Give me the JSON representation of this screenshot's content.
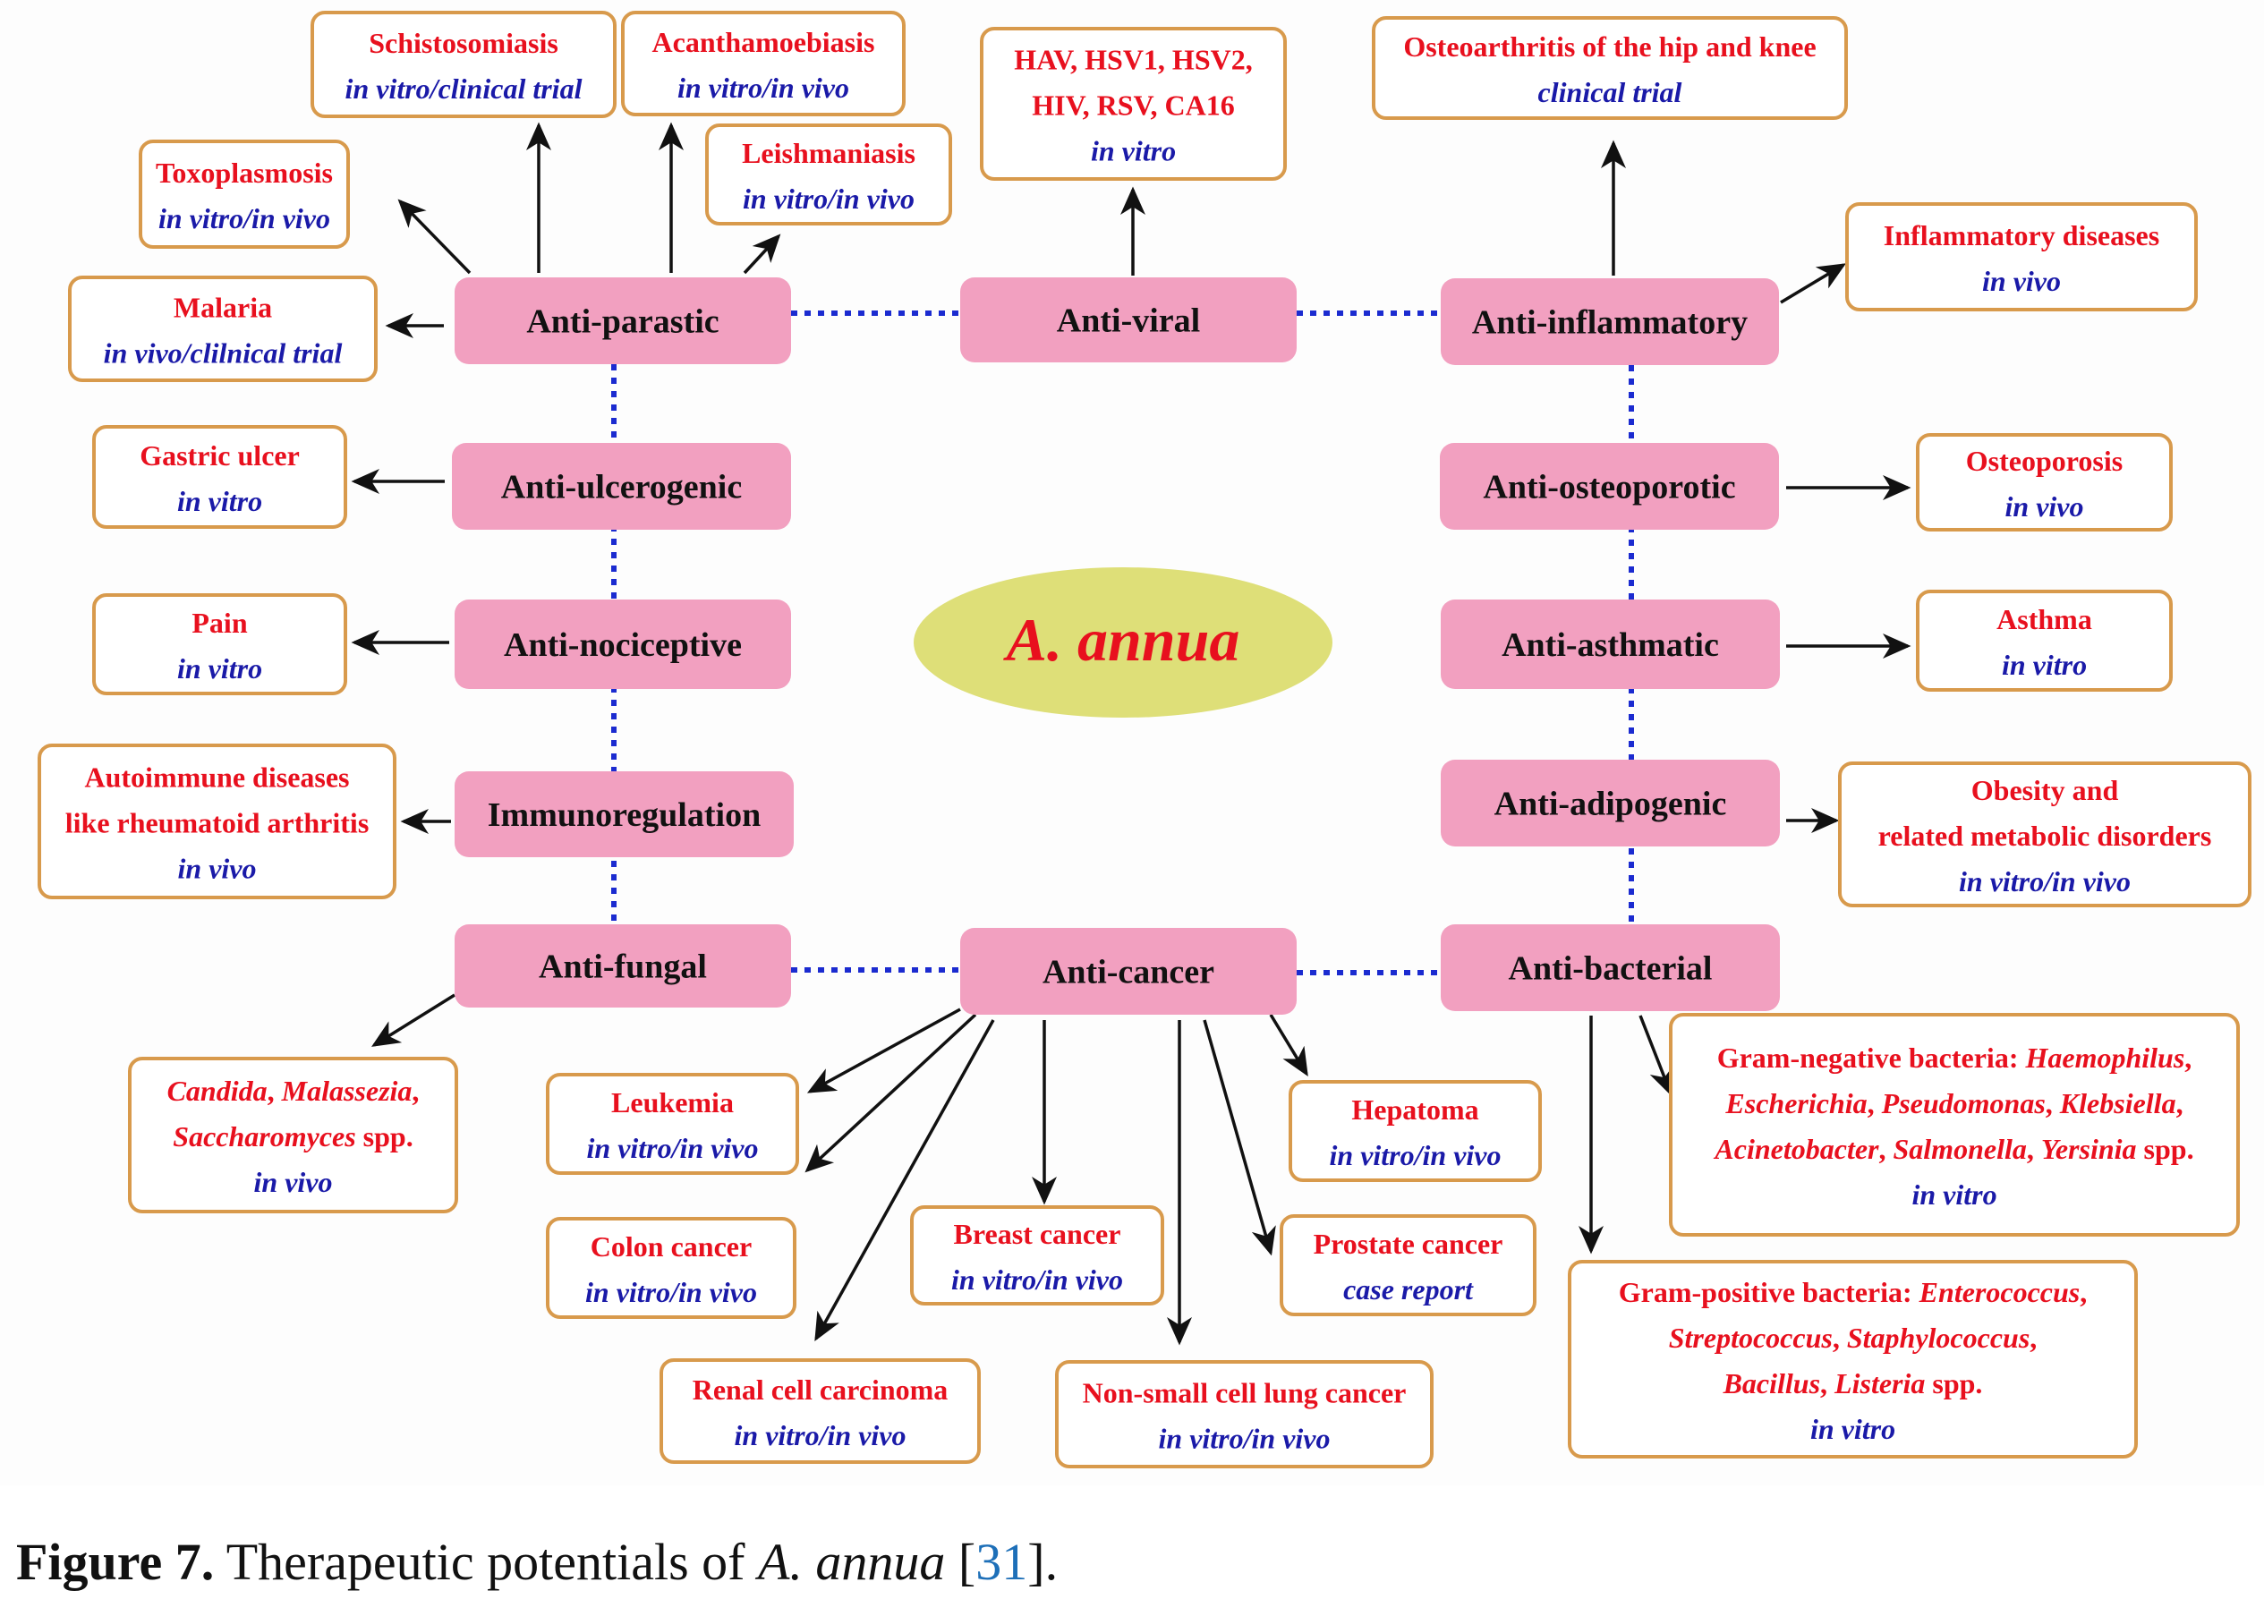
{
  "center": {
    "label": "A. annua",
    "fill": "#dedf78",
    "text_color": "#e8101e"
  },
  "categories": [
    {
      "id": "anti-parastic",
      "label": "Anti-parastic"
    },
    {
      "id": "anti-viral",
      "label": "Anti-viral"
    },
    {
      "id": "anti-inflammatory",
      "label": "Anti-inflammatory"
    },
    {
      "id": "anti-ulcerogenic",
      "label": "Anti-ulcerogenic"
    },
    {
      "id": "anti-osteoporotic",
      "label": "Anti-osteoporotic"
    },
    {
      "id": "anti-nociceptive",
      "label": "Anti-nociceptive"
    },
    {
      "id": "anti-asthmatic",
      "label": "Anti-asthmatic"
    },
    {
      "id": "immunoregulation",
      "label": "Immunoregulation"
    },
    {
      "id": "anti-adipogenic",
      "label": "Anti-adipogenic"
    },
    {
      "id": "anti-fungal",
      "label": "Anti-fungal"
    },
    {
      "id": "anti-cancer",
      "label": "Anti-cancer"
    },
    {
      "id": "anti-bacterial",
      "label": "Anti-bacterial"
    }
  ],
  "diseases": [
    {
      "id": "schistosomiasis",
      "from": "anti-parastic",
      "lines": [
        [
          {
            "t": "Schistosomiasis"
          }
        ]
      ],
      "evidence": "in vitro/clinical trial"
    },
    {
      "id": "acanthamoebiasis",
      "from": "anti-parastic",
      "lines": [
        [
          {
            "t": "Acanthamoebiasis"
          }
        ]
      ],
      "evidence": "in vitro/in vivo"
    },
    {
      "id": "toxoplasmosis",
      "from": "anti-parastic",
      "lines": [
        [
          {
            "t": "Toxoplasmosis"
          }
        ]
      ],
      "evidence": "in vitro/in vivo"
    },
    {
      "id": "leishmaniasis",
      "from": "anti-parastic",
      "lines": [
        [
          {
            "t": "Leishmaniasis"
          }
        ]
      ],
      "evidence": "in vitro/in vivo"
    },
    {
      "id": "malaria",
      "from": "anti-parastic",
      "lines": [
        [
          {
            "t": "Malaria"
          }
        ]
      ],
      "evidence": "in vivo/clilnical trial"
    },
    {
      "id": "viruses",
      "from": "anti-viral",
      "lines": [
        [
          {
            "t": "HAV, HSV1, HSV2,"
          }
        ],
        [
          {
            "t": "HIV, RSV, CA16"
          }
        ]
      ],
      "evidence": "in vitro"
    },
    {
      "id": "osteoarthritis",
      "from": "anti-inflammatory",
      "lines": [
        [
          {
            "t": "Osteoarthritis of the hip and knee"
          }
        ]
      ],
      "evidence": "clinical trial"
    },
    {
      "id": "inflammatory-diseases",
      "from": "anti-inflammatory",
      "lines": [
        [
          {
            "t": "Inflammatory diseases"
          }
        ]
      ],
      "evidence": "in vivo"
    },
    {
      "id": "gastric-ulcer",
      "from": "anti-ulcerogenic",
      "lines": [
        [
          {
            "t": "Gastric ulcer"
          }
        ]
      ],
      "evidence": "in vitro"
    },
    {
      "id": "osteoporosis",
      "from": "anti-osteoporotic",
      "lines": [
        [
          {
            "t": "Osteoporosis"
          }
        ]
      ],
      "evidence": "in vivo"
    },
    {
      "id": "pain",
      "from": "anti-nociceptive",
      "lines": [
        [
          {
            "t": "Pain"
          }
        ]
      ],
      "evidence": "in vitro"
    },
    {
      "id": "asthma",
      "from": "anti-asthmatic",
      "lines": [
        [
          {
            "t": "Asthma"
          }
        ]
      ],
      "evidence": "in vitro"
    },
    {
      "id": "autoimmune",
      "from": "immunoregulation",
      "lines": [
        [
          {
            "t": "Autoimmune diseases"
          }
        ],
        [
          {
            "t": "like rheumatoid arthritis"
          }
        ]
      ],
      "evidence": "in vivo"
    },
    {
      "id": "obesity",
      "from": "anti-adipogenic",
      "lines": [
        [
          {
            "t": "Obesity and"
          }
        ],
        [
          {
            "t": "related metabolic disorders"
          }
        ]
      ],
      "evidence": "in vitro/in vivo"
    },
    {
      "id": "fungi",
      "from": "anti-fungal",
      "lines": [
        [
          {
            "t": "Candida",
            "i": true
          },
          {
            "t": ", "
          },
          {
            "t": "Malassezia",
            "i": true
          },
          {
            "t": ","
          }
        ],
        [
          {
            "t": "Saccharomyces",
            "i": true
          },
          {
            "t": " spp."
          }
        ]
      ],
      "evidence": "in vivo"
    },
    {
      "id": "leukemia",
      "from": "anti-cancer",
      "lines": [
        [
          {
            "t": "Leukemia"
          }
        ]
      ],
      "evidence": "in vitro/in vivo"
    },
    {
      "id": "colon-cancer",
      "from": "anti-cancer",
      "lines": [
        [
          {
            "t": "Colon cancer"
          }
        ]
      ],
      "evidence": "in vitro/in vivo"
    },
    {
      "id": "breast-cancer",
      "from": "anti-cancer",
      "lines": [
        [
          {
            "t": "Breast cancer"
          }
        ]
      ],
      "evidence": "in vitro/in vivo"
    },
    {
      "id": "renal-cell-carcinoma",
      "from": "anti-cancer",
      "lines": [
        [
          {
            "t": "Renal cell carcinoma"
          }
        ]
      ],
      "evidence": "in vitro/in vivo"
    },
    {
      "id": "nsclc",
      "from": "anti-cancer",
      "lines": [
        [
          {
            "t": "Non-small cell lung cancer"
          }
        ]
      ],
      "evidence": "in vitro/in vivo"
    },
    {
      "id": "hepatoma",
      "from": "anti-cancer",
      "lines": [
        [
          {
            "t": "Hepatoma"
          }
        ]
      ],
      "evidence": "in vitro/in vivo"
    },
    {
      "id": "prostate-cancer",
      "from": "anti-cancer",
      "lines": [
        [
          {
            "t": "Prostate cancer"
          }
        ]
      ],
      "evidence": "case report"
    },
    {
      "id": "gram-negative",
      "from": "anti-bacterial",
      "lines": [
        [
          {
            "t": "Gram-negative bacteria: "
          },
          {
            "t": "Haemophilus",
            "i": true
          },
          {
            "t": ","
          }
        ],
        [
          {
            "t": "Escherichia",
            "i": true
          },
          {
            "t": ", "
          },
          {
            "t": "Pseudomonas",
            "i": true
          },
          {
            "t": ", "
          },
          {
            "t": "Klebsiella",
            "i": true
          },
          {
            "t": ","
          }
        ],
        [
          {
            "t": "Acinetobacter",
            "i": true
          },
          {
            "t": ", "
          },
          {
            "t": "Salmonella",
            "i": true
          },
          {
            "t": ", "
          },
          {
            "t": "Yersinia",
            "i": true
          },
          {
            "t": " spp."
          }
        ]
      ],
      "evidence": "in vitro"
    },
    {
      "id": "gram-positive",
      "from": "anti-bacterial",
      "lines": [
        [
          {
            "t": "Gram-positive bacteria: "
          },
          {
            "t": "Enterococcus",
            "i": true
          },
          {
            "t": ","
          }
        ],
        [
          {
            "t": "Streptococcus",
            "i": true
          },
          {
            "t": ", "
          },
          {
            "t": "Staphylococcus",
            "i": true
          },
          {
            "t": ","
          }
        ],
        [
          {
            "t": "Bacillus",
            "i": true
          },
          {
            "t": ", "
          },
          {
            "t": "Listeria",
            "i": true
          },
          {
            "t": " spp."
          }
        ]
      ],
      "evidence": "in vitro"
    }
  ],
  "colors": {
    "category_fill": "#f2a0c0",
    "disease_border": "#d89a4c",
    "disease_text": "#e8101e",
    "evidence_text": "#1a1aa8",
    "dotted_link": "#1b2bd0",
    "arrow": "#111111"
  },
  "caption": {
    "figure_label": "Figure 7.",
    "text": " Therapeutic potentials of ",
    "species": "A. annua",
    "ref_open": " [",
    "ref": "31",
    "ref_close": "]."
  }
}
